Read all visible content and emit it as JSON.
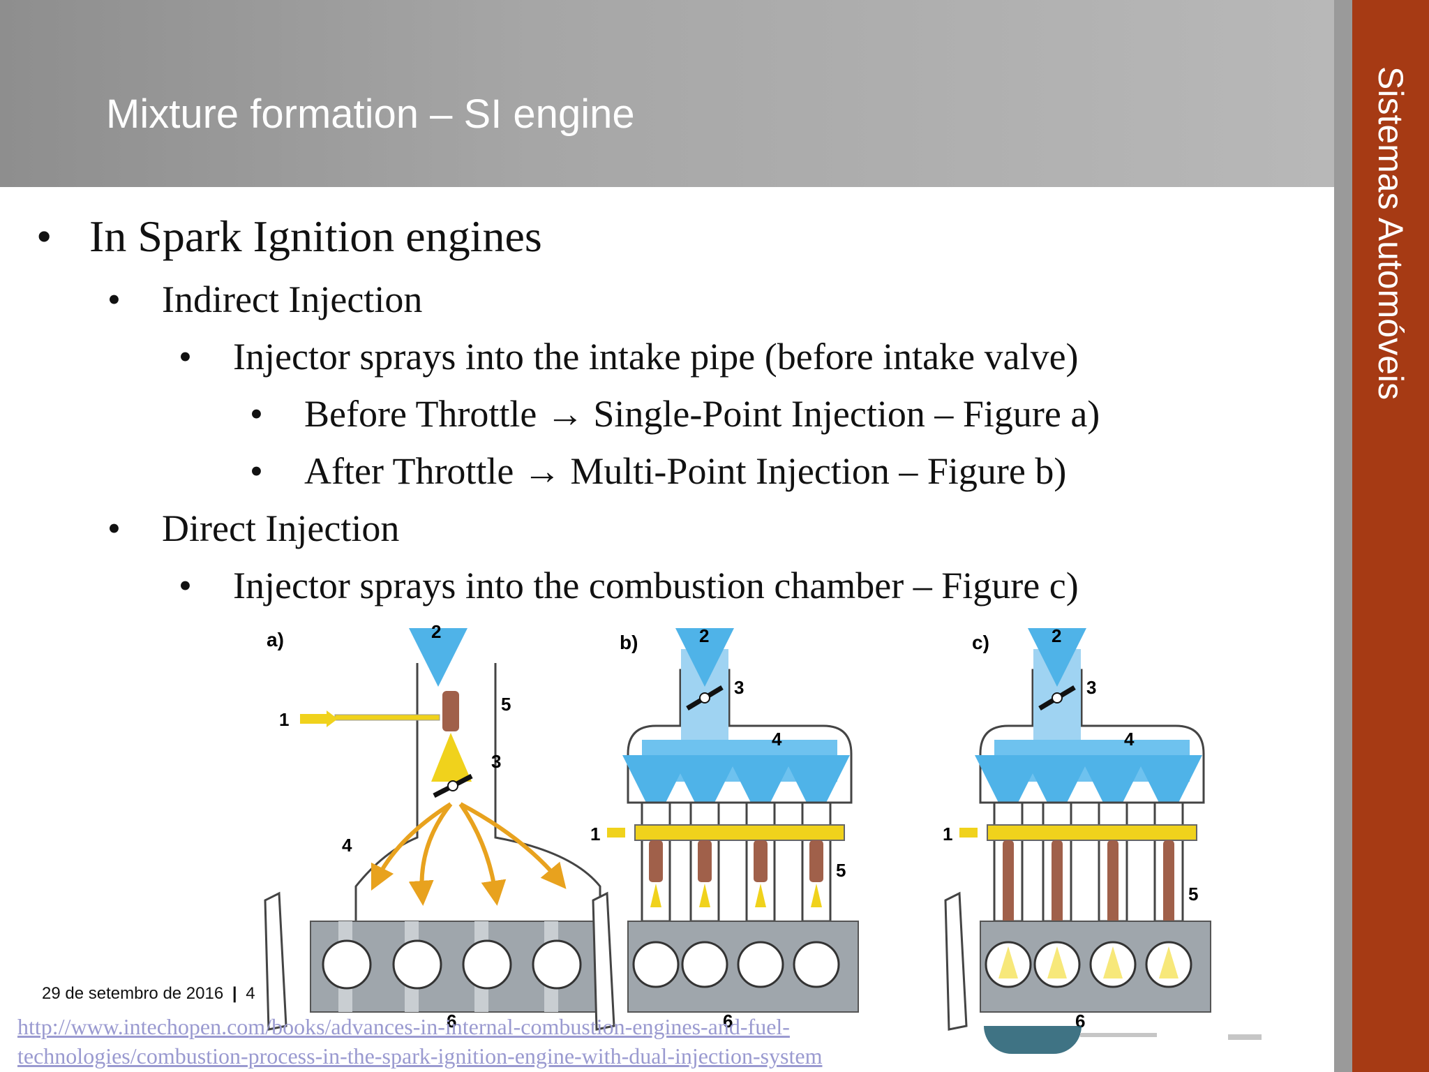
{
  "header": {
    "title": "Mixture formation – SI engine"
  },
  "sidebar": {
    "course": "Sistemas Automóveis"
  },
  "bullets": [
    {
      "level": 1,
      "text": "In Spark Ignition engines"
    },
    {
      "level": 2,
      "text": "Indirect Injection"
    },
    {
      "level": 3,
      "text": "Injector sprays into the intake pipe (before intake valve)"
    },
    {
      "level": 4,
      "text": "Before Throttle → Single-Point Injection – Figure a)"
    },
    {
      "level": 4,
      "text": "After Throttle → Multi-Point Injection – Figure b)"
    },
    {
      "level": 2,
      "text": "Direct Injection"
    },
    {
      "level": 3,
      "text": "Injector sprays into the combustion chamber – Figure c)"
    }
  ],
  "bullet_glyph": "•",
  "figure": {
    "panels": [
      {
        "label": "a)",
        "callouts": [
          "1",
          "2",
          "3",
          "4",
          "5",
          "6"
        ]
      },
      {
        "label": "b)",
        "callouts": [
          "1",
          "2",
          "3",
          "4",
          "5",
          "6"
        ]
      },
      {
        "label": "c)",
        "callouts": [
          "1",
          "2",
          "3",
          "4",
          "5",
          "6"
        ]
      }
    ],
    "colors": {
      "air": "#4fb3e8",
      "fuel": "#f0d21c",
      "flow": "#e8a21e",
      "block": "#9fa6ac",
      "injector": "#a0604a"
    }
  },
  "footer": {
    "date": "29 de setembro de 2016",
    "separator": "|",
    "page": "4"
  },
  "source": {
    "line1": "http://www.intechopen.com/books/advances-in-internal-combustion-engines-and-fuel-",
    "line2": "technologies/combustion-process-in-the-spark-ignition-engine-with-dual-injection-system"
  }
}
